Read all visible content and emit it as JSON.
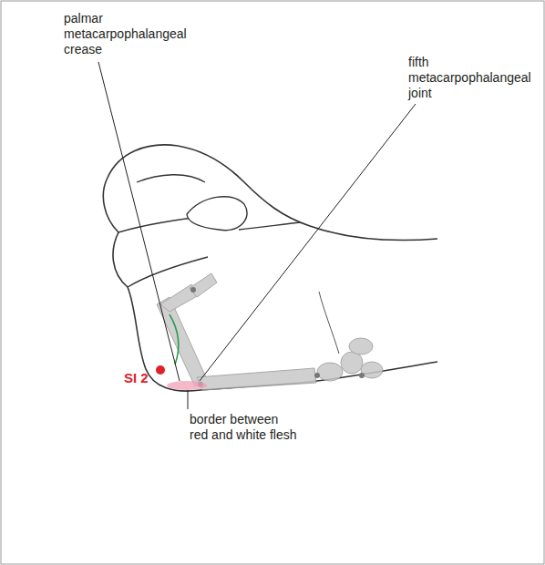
{
  "diagram": {
    "labels": [
      "palmar metacarpophalangeal crease",
      "fifth metacarpophalangeal joint",
      "SI 2",
      "border between red and white flesh"
    ]
  }
}
